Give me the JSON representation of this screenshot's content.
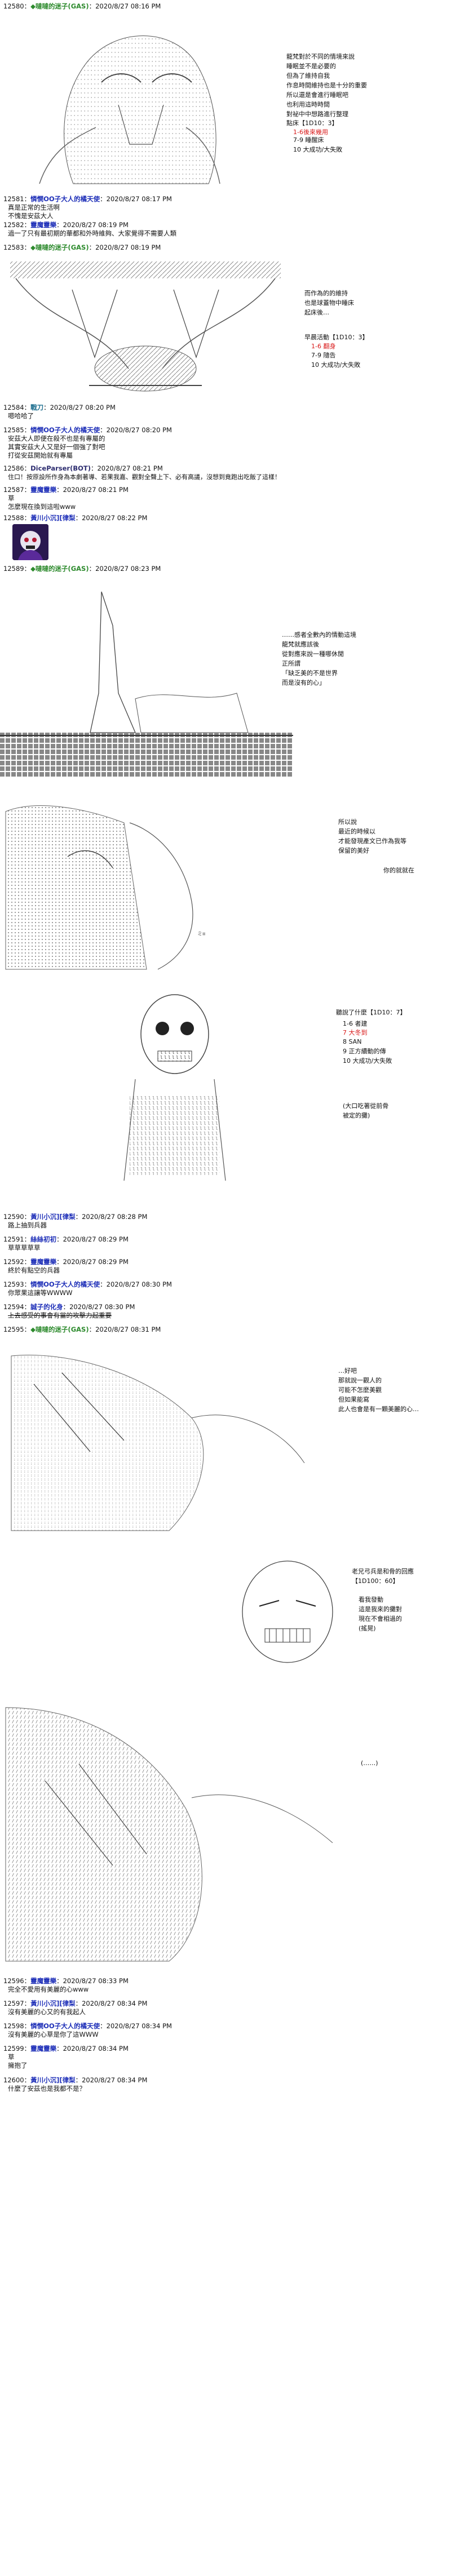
{
  "posts": [
    {
      "num": "12580：",
      "name": "◆噠噠的迷子(GAS)",
      "date": "：2020/8/27 08:16 PM",
      "color": "green"
    },
    {
      "num": "12581：",
      "name": "憐憫OO子大人的橘天使",
      "date": "：2020/8/27 08:17 PM",
      "color": "blue",
      "body": "真是正常的生活啊\n不愧是安茲大人"
    },
    {
      "num": "12582：",
      "name": "靈魔靈樂",
      "date": "：2020/8/27 08:19 PM",
      "color": "blue",
      "body": "過一了只有最初期的華都和外時維夠、大家覺得不需要人類"
    },
    {
      "num": "12583：",
      "name": "◆噠噠的迷子(GAS)",
      "date": "：2020/8/27 08:19 PM",
      "color": "green"
    },
    {
      "num": "12584：",
      "name": "戰刀",
      "date": "：2020/8/27 08:20 PM",
      "color": "teal",
      "body": "嗯哈哈了"
    },
    {
      "num": "12585：",
      "name": "憐憫OO子大人的橘天使",
      "date": "：2020/8/27 08:20 PM",
      "color": "blue",
      "body": "安茲大人即便在殺不也是有專屬的\n其實安茲大人又是好一個強了對吧\n打從安茲開始就有專屬"
    },
    {
      "num": "12586：",
      "name": "DiceParser(BOT)",
      "date": "：2020/8/27 08:21 PM",
      "color": "dark",
      "body": "住口！按原設所作身為本劇著導、若果我嘉、觀對全聲上下、必有高議，沒想到竟跑出吃飯了這樣！"
    },
    {
      "num": "12587：",
      "name": "靈魔靈樂",
      "date": "：2020/8/27 08:21 PM",
      "color": "blue",
      "body": "草\n怎麼現在換到這啦www"
    },
    {
      "num": "12588：",
      "name": "黃川小沉][律梨",
      "date": "：2020/8/27 08:22 PM",
      "color": "blue"
    },
    {
      "num": "12589：",
      "name": "◆噠噠的迷子(GAS)",
      "date": "：2020/8/27 08:23 PM",
      "color": "green"
    },
    {
      "num": "12590：",
      "name": "黃川小沉][律梨",
      "date": "：2020/8/27 08:28 PM",
      "color": "blue",
      "body": "路上抽到兵器"
    },
    {
      "num": "12591：",
      "name": "絲絲初初",
      "date": "：2020/8/27 08:29 PM",
      "color": "blue",
      "body": "草草草草草"
    },
    {
      "num": "12592：",
      "name": "靈魔靈樂",
      "date": "：2020/8/27 08:29 PM",
      "color": "blue",
      "body": "終於有點空的兵器"
    },
    {
      "num": "12593：",
      "name": "憐憫OO子大人的橘天使",
      "date": "：2020/8/27 08:30 PM",
      "color": "blue",
      "body": "你眾果這讓等WWWW"
    },
    {
      "num": "12594：",
      "name": "誠子的化身",
      "date": "：2020/8/27 08:30 PM",
      "color": "blue",
      "body": "上去感受的事會有當的攻擊力起重要"
    },
    {
      "num": "12595：",
      "name": "◆噠噠的迷子(GAS)",
      "date": "：2020/8/27 08:31 PM",
      "color": "green"
    },
    {
      "num": "12596：",
      "name": "靈魔靈樂",
      "date": "：2020/8/27 08:33 PM",
      "color": "blue",
      "body": "完全不愛用有美麗的心www"
    },
    {
      "num": "12597：",
      "name": "黃川小沉][律梨",
      "date": "：2020/8/27 08:34 PM",
      "color": "blue",
      "body": "沒有美麗的心又的有我起人"
    },
    {
      "num": "12598：",
      "name": "憐憫OO子大人的橘天使",
      "date": "：2020/8/27 08:34 PM",
      "color": "blue",
      "body": "沒有美麗的心草是你了這WWW"
    },
    {
      "num": "12599：",
      "name": "靈魔靈樂",
      "date": "：2020/8/27 08:34 PM",
      "color": "blue",
      "body": "草\n擁抱了"
    },
    {
      "num": "12600：",
      "name": "黃川小沉][律梨",
      "date": "：2020/8/27 08:34 PM",
      "color": "blue",
      "body": "什麼了安茲也是我都不是？"
    }
  ],
  "narration": {
    "n1": "龍梵對於不同的情境來說\n睡眠並不是必要的\n但為了維持自我\n作息時間維持也是十分的重要\n所以還是會進行睡眠吧\n也利用這時時間\n對祕中中想路進行整理",
    "n1_roll": "點床【1D10：3】",
    "n1_opts_red": "1-6後來幾用",
    "n1_opts": "7-9 睡醒床\n10 大成功/大失敗",
    "n2": "而作為的的維持\n也是球蓋物中睡床\n起床後…",
    "n2_roll": "早晨活動【1D10：3】",
    "n2_opt_red": "1-6 翻身",
    "n2_opts": "7-9 隨告\n10 大成功/大失敗",
    "n3": "……感者全數內的情動這境\n龍梵就應該後\n從對應來說一種哪休閒\n正所謂\n「缺乏美的不是世界\n而是沒有的心」",
    "n4": "所以說\n最近的時候以\n才能發現產文已作為我等\n保留的美好",
    "n4b": "你的就就在",
    "n5_roll": "聽說了什麼【1D10：7】",
    "n5_opt1": "1-6 者建",
    "n5_opt2_red": "7 大冬到",
    "n5_opts": "8 SAN\n9 正方續動的傳\n10 大成功/大失敗",
    "n5b": "(大口吃著從前骨\n被定的攤)",
    "n6": "…好吧\n那就說一觀人的\n可能不怎麼美觀\n但如果能寫\n此人也會是有一顆美麗的心…",
    "n7_roll": "老兄弓兵是和骨的回應\n【1D100：60】",
    "n7": "看我發動\n這是我來的攤對\n現在不會相過的\n(搖晃)",
    "n8": "(……)"
  },
  "aa_labels": [
    "ascii-art-skeleton-1",
    "ascii-art-cloth-1",
    "ascii-art-spire",
    "ascii-art-figure",
    "ascii-art-skull",
    "ascii-art-hand",
    "ascii-art-grin",
    "ascii-art-scene"
  ]
}
